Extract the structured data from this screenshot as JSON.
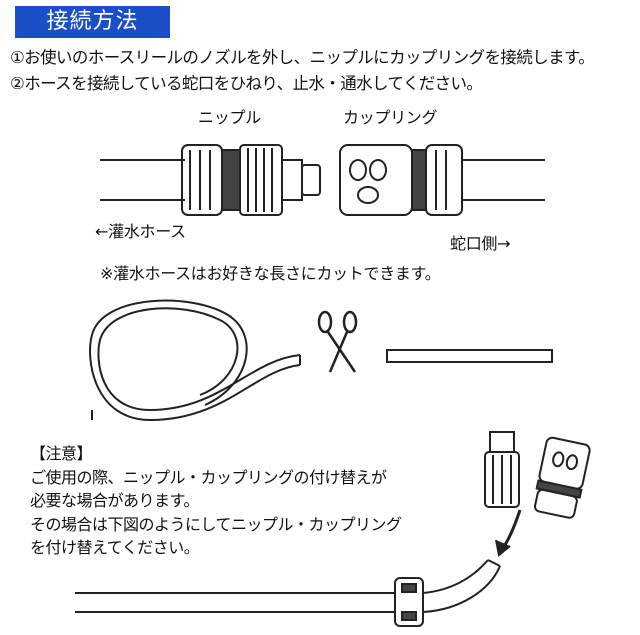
{
  "header": {
    "title": "接続方法"
  },
  "steps": [
    "①お使いのホースリールのノズルを外し、ニップルにカップリングを接続します。",
    "②ホースを接続している蛇口をひねり、止水・通水してください。"
  ],
  "diagram": {
    "nipple_label": "ニップル",
    "coupling_label": "カップリング",
    "hose_label": "←灌水ホース",
    "faucet_label": "蛇口側→",
    "cut_note": "※灌水ホースはお好きな長さにカットできます。"
  },
  "caution": {
    "heading": "【注意】",
    "lines": [
      "ご使用の際、ニップル・カップリングの付け替えが",
      "必要な場合があります。",
      "その場合は下図のようにしてニップル・カップリング",
      "を付け替えてください。"
    ]
  },
  "colors": {
    "title_bg": "#1b4fc7"
  }
}
